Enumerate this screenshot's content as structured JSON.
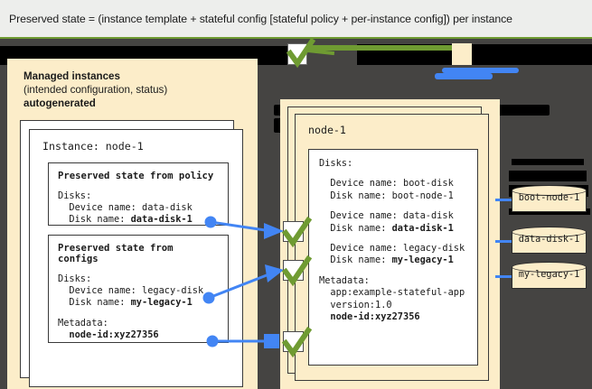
{
  "caption": {
    "text": "Preserved state = (instance template + stateful config [stateful policy + per-instance config]) per instance"
  },
  "colors": {
    "accent_green": "#6f9b32",
    "accent_blue": "#4285f4",
    "panel_cream": "#fcedc9",
    "canvas_dark": "#454442",
    "caption_bg": "#edeeec",
    "redaction_black": "#000000"
  },
  "left_panel": {
    "title_line1": "Managed instances",
    "title_line2": "(intended configuration, status)",
    "title_line3": "autogenerated",
    "instance_label": "Instance: node-1",
    "policy_card": {
      "header": "Preserved state from policy",
      "lines": [
        "Disks:",
        "  Device name: data-disk",
        "  Disk name: "
      ],
      "bold_value": "data-disk-1"
    },
    "configs_card": {
      "header": "Preserved state from configs",
      "lines_a": [
        "Disks:",
        "  Device name: legacy-disk",
        "  Disk name: "
      ],
      "bold_value_a": "my-legacy-1",
      "lines_b": [
        "Metadata:"
      ],
      "bold_value_b": "  node-id:xyz27356"
    }
  },
  "right_panel": {
    "node_label": "node-1",
    "disks_header": "Disks:",
    "entries": [
      {
        "device": "  Device name: boot-disk",
        "disk_prefix": "  Disk name: ",
        "disk_value": "boot-node-1",
        "bold": false,
        "checked": false
      },
      {
        "device": "  Device name: data-disk",
        "disk_prefix": "  Disk name: ",
        "disk_value": "data-disk-1",
        "bold": true,
        "checked": true
      },
      {
        "device": "  Device name: legacy-disk",
        "disk_prefix": "  Disk name: ",
        "disk_value": "my-legacy-1",
        "bold": true,
        "checked": true
      }
    ],
    "metadata_header": "Metadata:",
    "metadata_lines": [
      "  app:example-stateful-app",
      "  version:1.0"
    ],
    "metadata_bold": "  node-id:xyz27356"
  },
  "disks": [
    {
      "label": "boot-node-1"
    },
    {
      "label": "data-disk-1"
    },
    {
      "label": "my-legacy-1"
    }
  ],
  "icons": {
    "check": "check-mark-icon"
  }
}
